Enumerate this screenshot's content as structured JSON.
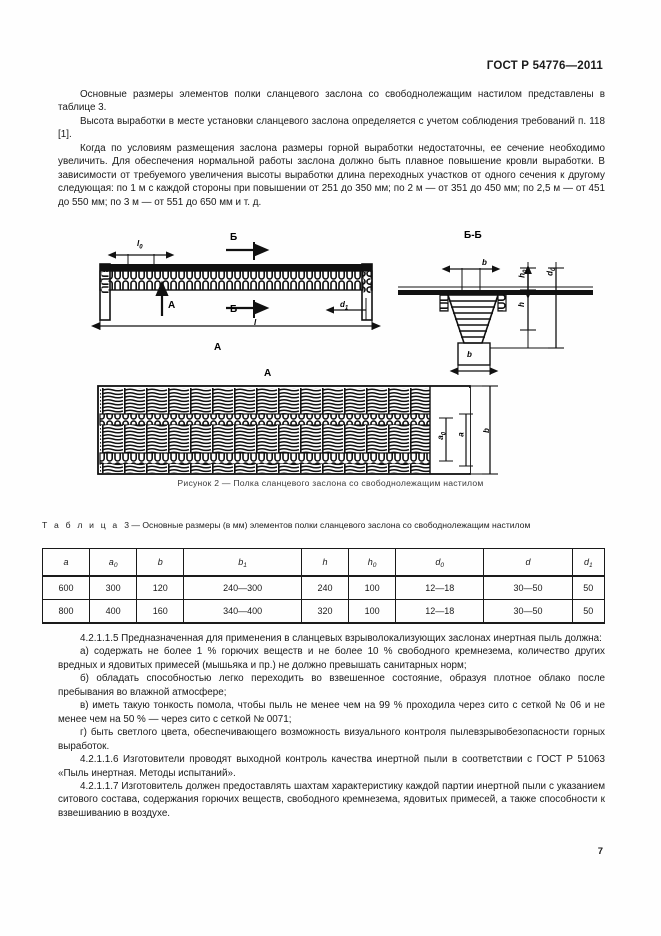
{
  "header": {
    "standard": "ГОСТ Р 54776—2011"
  },
  "page_number": "7",
  "body": {
    "paragraphs": [
      "Основные размеры элементов полки сланцевого заслона со свободнолежащим настилом представлены в таблице 3.",
      "Высота выработки в месте установки сланцевого заслона определяется с учетом соблюдения требований п. 118 [1].",
      "Когда по условиям размещения заслона размеры горной выработки недостаточны, ее сечение необходимо увеличить. Для обеспечения нормальной работы заслона должно быть плавное повышение кровли выработки. В зависимости от требуемого увеличения высоты выработки длина переходных участков от одного сечения к другому следующая: по 1 м с каждой стороны при повышении от 251 до 350 мм; по 2 м — от 351 до 450 мм; по 2,5 м — от 451 до 550 мм; по 3 м — от 551 до 650 мм и т. д."
    ]
  },
  "figure": {
    "caption": "Рисунок  2 — Полка сланцевого заслона со свободнолежащим настилом",
    "view_labels": {
      "section_b": "Б",
      "section_bb": "Б-Б",
      "view_a": "А",
      "plan_a": "А"
    },
    "dimension_labels": {
      "l0": "l",
      "l0_sub": "0",
      "l": "l",
      "d1": "d",
      "d1_sub": "1",
      "b_top": "b",
      "b_bottom": "b",
      "a": "a",
      "a0": "a",
      "a0_sub": "0",
      "h": "h",
      "h0": "h",
      "h0_sub": "0",
      "d0": "d",
      "d0_sub": "0"
    }
  },
  "table": {
    "label_prefix": "Т а б л и ц а",
    "number": "3",
    "title": "— Основные размеры (в мм) элементов полки сланцевого заслона со свободнолежащим настилом",
    "headers": [
      {
        "base": "a",
        "sub": ""
      },
      {
        "base": "a",
        "sub": "0"
      },
      {
        "base": "b",
        "sub": ""
      },
      {
        "base": "b",
        "sub": "1"
      },
      {
        "base": "h",
        "sub": ""
      },
      {
        "base": "h",
        "sub": "0"
      },
      {
        "base": "d",
        "sub": "0"
      },
      {
        "base": "d",
        "sub": ""
      },
      {
        "base": "d",
        "sub": "1"
      }
    ],
    "rows": [
      [
        "600",
        "300",
        "120",
        "240—300",
        "240",
        "100",
        "12—18",
        "30—50",
        "50"
      ],
      [
        "800",
        "400",
        "160",
        "340—400",
        "320",
        "100",
        "12—18",
        "30—50",
        "50"
      ]
    ]
  },
  "lower": {
    "paragraphs": [
      "4.2.1.1.5  Предназначенная для применения в сланцевых взрыволокализующих заслонах инертная пыль должна:",
      "а)  содержать не более 1 % горючих веществ и не более 10 % свободного кремнезема, количество других вредных и ядовитых примесей (мышьяка и пр.) не должно превышать санитарных норм;",
      "б)  обладать способностью легко переходить во взвешенное состояние, образуя плотное облако после пребывания во влажной атмосфере;",
      "в)  иметь такую тонкость помола, чтобы пыль не менее чем на 99 % проходила через сито с сеткой № 06 и не менее чем на 50 % — через сито с сеткой № 0071;",
      "г)  быть светлого цвета, обеспечивающего возможность визуального контроля пылевзрывобезопасности горных выработок.",
      "4.2.1.1.6  Изготовители проводят выходной контроль качества инертной пыли в соответствии с ГОСТ Р 51063 «Пыль инертная. Методы испытаний».",
      "4.2.1.1.7  Изготовитель должен предоставлять шахтам характеристику каждой партии инертной пыли с указанием ситового состава, содержания горючих веществ, свободного кремнезема, ядовитых примесей, а также способности к взвешиванию в воздухе."
    ]
  }
}
